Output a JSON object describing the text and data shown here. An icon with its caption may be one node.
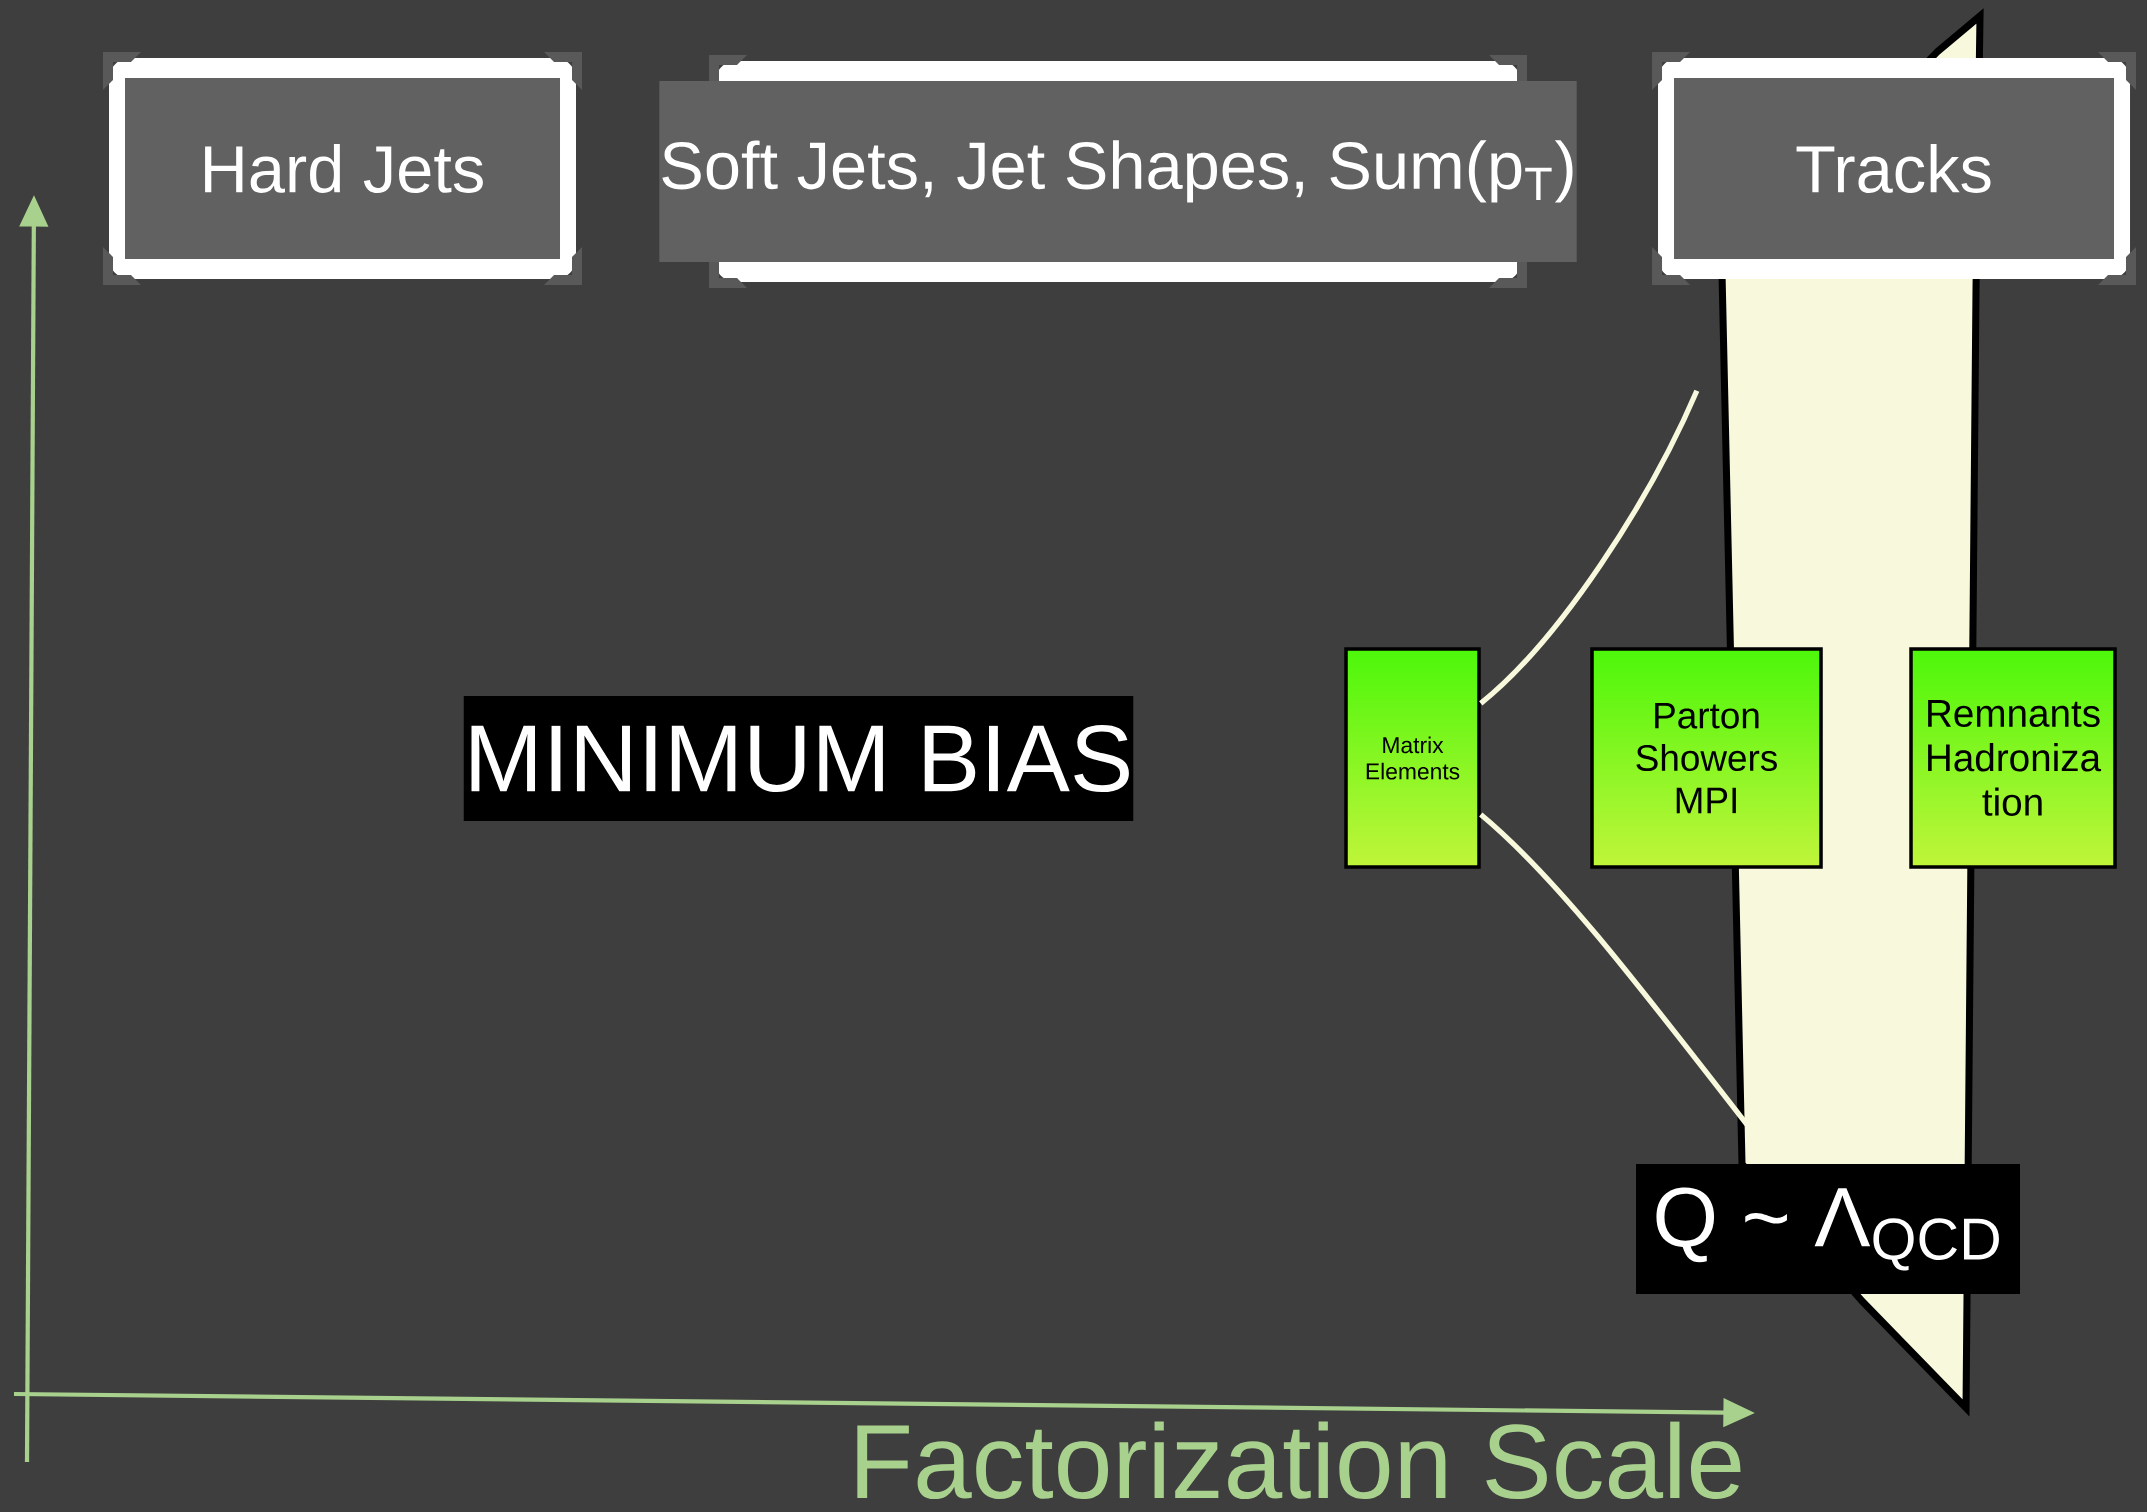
{
  "diagram": {
    "nodes": [
      {
        "text": [
          "Hard Jets"
        ]
      },
      {
        "text": [
          "Soft Jets, Jet Shapes, Sum(p$_{T}$)"
        ]
      },
      {
        "text": [
          "Tracks"
        ]
      },
      {
        "text": [
          "MINIMUM BIAS"
        ]
      },
      {
        "text": [
          "Matrix Elements"
        ]
      },
      {
        "text": [
          "Parton Showers MPI"
        ]
      },
      {
        "text": [
          "Remnants Hadroniza tion"
        ]
      },
      {
        "text": [
          "Q ~ Λ$_{QCD}$"
        ]
      }
    ],
    "edges": [
      {
        "from": 4,
        "to": null,
        "arrow": "none"
      },
      {
        "from": 4,
        "to": 7,
        "arrow": "none"
      }
    ],
    "labels": [
      "Factorization Scale"
    ]
  }
}
